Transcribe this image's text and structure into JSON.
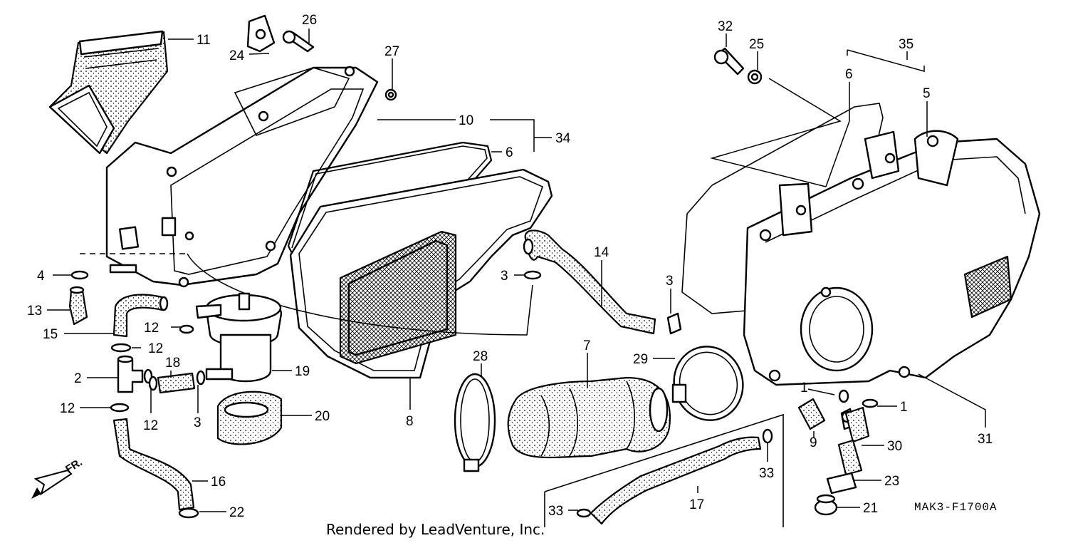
{
  "diagram": {
    "drawing_code": "MAK3-F1700A",
    "footer": "Rendered by LeadVenture, Inc.",
    "direction_marker": "FR."
  },
  "callouts": [
    {
      "id": "c11",
      "number": "11",
      "part": "air-intake-duct"
    },
    {
      "id": "c26",
      "number": "26",
      "part": "bolt"
    },
    {
      "id": "c24",
      "number": "24",
      "part": "clip-nut"
    },
    {
      "id": "c27",
      "number": "27",
      "part": "grommet"
    },
    {
      "id": "c10",
      "number": "10",
      "part": "air-cleaner-case-cover"
    },
    {
      "id": "c34",
      "number": "34",
      "part": "case-cover-set"
    },
    {
      "id": "c6a",
      "number": "6",
      "part": "seal-gasket"
    },
    {
      "id": "c4",
      "number": "4",
      "part": "clip"
    },
    {
      "id": "c13",
      "number": "13",
      "part": "drain-plug"
    },
    {
      "id": "c15",
      "number": "15",
      "part": "hose"
    },
    {
      "id": "c12a",
      "number": "12",
      "part": "clip"
    },
    {
      "id": "c12b",
      "number": "12",
      "part": "clip"
    },
    {
      "id": "c2",
      "number": "2",
      "part": "joint"
    },
    {
      "id": "c18",
      "number": "18",
      "part": "hose"
    },
    {
      "id": "c19",
      "number": "19",
      "part": "vacuum-valve"
    },
    {
      "id": "c12c",
      "number": "12",
      "part": "clip"
    },
    {
      "id": "c12d",
      "number": "12",
      "part": "clip"
    },
    {
      "id": "c3a",
      "number": "3",
      "part": "clip"
    },
    {
      "id": "c20",
      "number": "20",
      "part": "rubber-mount"
    },
    {
      "id": "c16",
      "number": "16",
      "part": "hose"
    },
    {
      "id": "c22",
      "number": "22",
      "part": "clip"
    },
    {
      "id": "c8",
      "number": "8",
      "part": "element"
    },
    {
      "id": "c3b",
      "number": "3",
      "part": "clip"
    },
    {
      "id": "c14",
      "number": "14",
      "part": "hose"
    },
    {
      "id": "c3c",
      "number": "3",
      "part": "clip"
    },
    {
      "id": "c28",
      "number": "28",
      "part": "band"
    },
    {
      "id": "c7",
      "number": "7",
      "part": "connecting-tube"
    },
    {
      "id": "c29",
      "number": "29",
      "part": "band"
    },
    {
      "id": "c32",
      "number": "32",
      "part": "bolt"
    },
    {
      "id": "c25",
      "number": "25",
      "part": "grommet"
    },
    {
      "id": "c35",
      "number": "35",
      "part": "case-set"
    },
    {
      "id": "c6b",
      "number": "6",
      "part": "seal-gasket"
    },
    {
      "id": "c5",
      "number": "5",
      "part": "air-cleaner-case"
    },
    {
      "id": "c1a",
      "number": "1",
      "part": "clip"
    },
    {
      "id": "c1b",
      "number": "1",
      "part": "clip"
    },
    {
      "id": "c9",
      "number": "9",
      "part": "plug"
    },
    {
      "id": "c30",
      "number": "30",
      "part": "hose"
    },
    {
      "id": "c31",
      "number": "31",
      "part": "bolt"
    },
    {
      "id": "c33a",
      "number": "33",
      "part": "clip"
    },
    {
      "id": "c17",
      "number": "17",
      "part": "hose"
    },
    {
      "id": "c23",
      "number": "23",
      "part": "clamp"
    },
    {
      "id": "c21",
      "number": "21",
      "part": "plug"
    },
    {
      "id": "c33b",
      "number": "33",
      "part": "clip"
    }
  ]
}
